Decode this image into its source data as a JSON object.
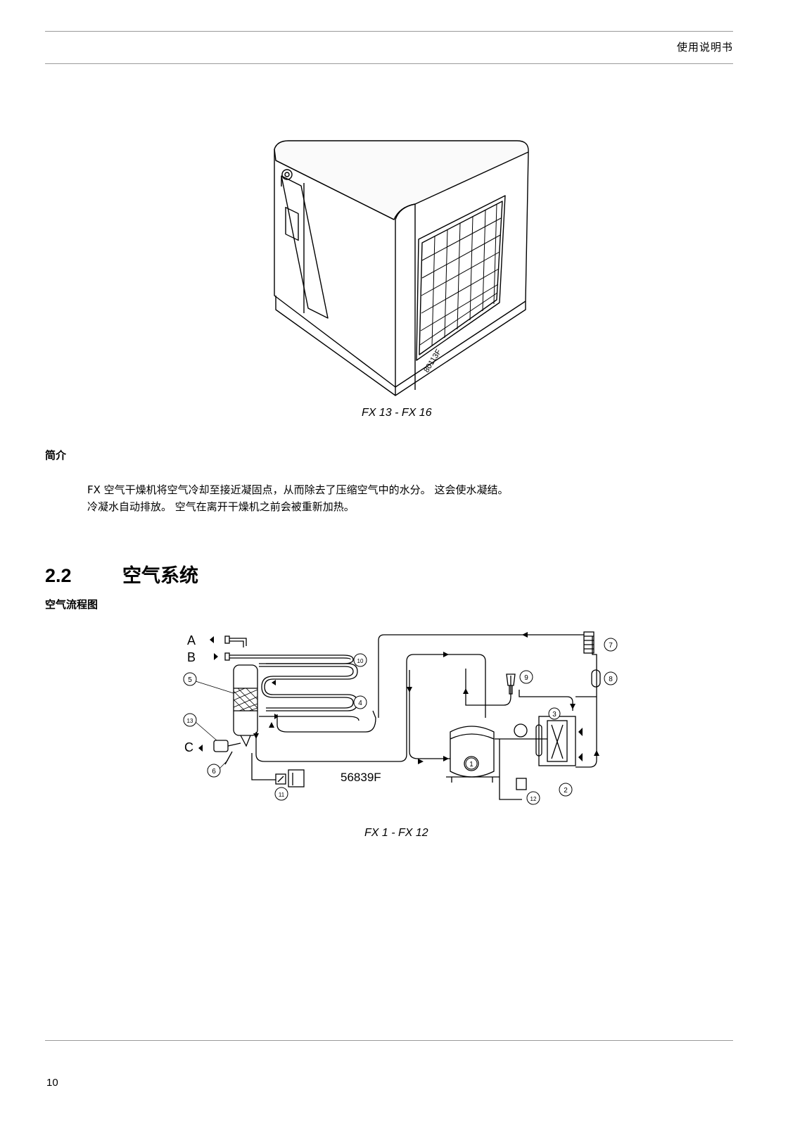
{
  "header": {
    "title": "使用说明书"
  },
  "figure1": {
    "code": "80113F",
    "caption": "FX 13 - FX 16"
  },
  "intro": {
    "heading": "简介",
    "lines": [
      "FX 空气干燥机将空气冷却至接近凝固点，从而除去了压缩空气中的水分。 这会使水凝结。",
      "冷凝水自动排放。 空气在离开干燥机之前会被重新加热。"
    ]
  },
  "section": {
    "number": "2.2",
    "title": "空气系统"
  },
  "flow": {
    "heading": "空气流程图",
    "code": "56839F",
    "caption": "FX 1 - FX 12",
    "letters": [
      "A",
      "B",
      "C"
    ],
    "callouts": [
      "1",
      "2",
      "3",
      "4",
      "5",
      "6",
      "7",
      "8",
      "9",
      "10",
      "11",
      "12",
      "13"
    ]
  },
  "footer": {
    "page": "10"
  }
}
